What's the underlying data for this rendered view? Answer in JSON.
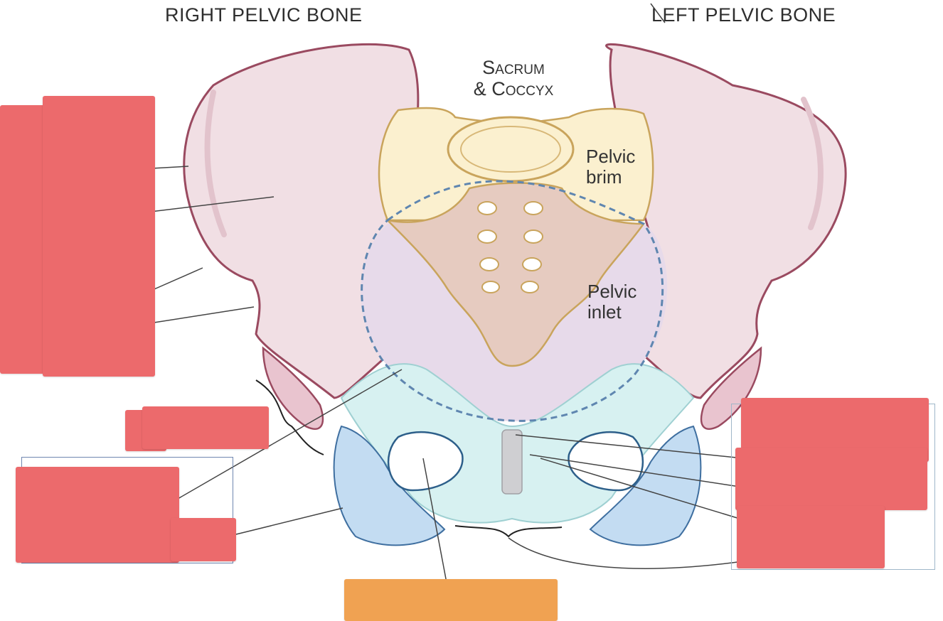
{
  "titles": {
    "right": "RIGHT PELVIC BONE",
    "left": "LEFT PELVIC BONE"
  },
  "labels": {
    "sacrum_line1": "Sacrum",
    "sacrum_line2": "& Coccyx",
    "brim_line1": "Pelvic",
    "brim_line2": "brim",
    "inlet_line1": "Pelvic",
    "inlet_line2": "inlet"
  },
  "colors": {
    "ilium_fill": "#f1dfe4",
    "ilium_outline": "#9a4a60",
    "sacrum_fill": "#e6cbc0",
    "sacrum_outline": "#c9a45c",
    "base_fill": "#fbf0cf",
    "inlet_fill": "#e7daea",
    "teal_fill": "#d7f1f1",
    "blue_fill": "#c3dcf2",
    "brim_dash": "#5f86b0",
    "label_cover": "#ec6a6c",
    "label_cover_orange": "#f0a252"
  }
}
